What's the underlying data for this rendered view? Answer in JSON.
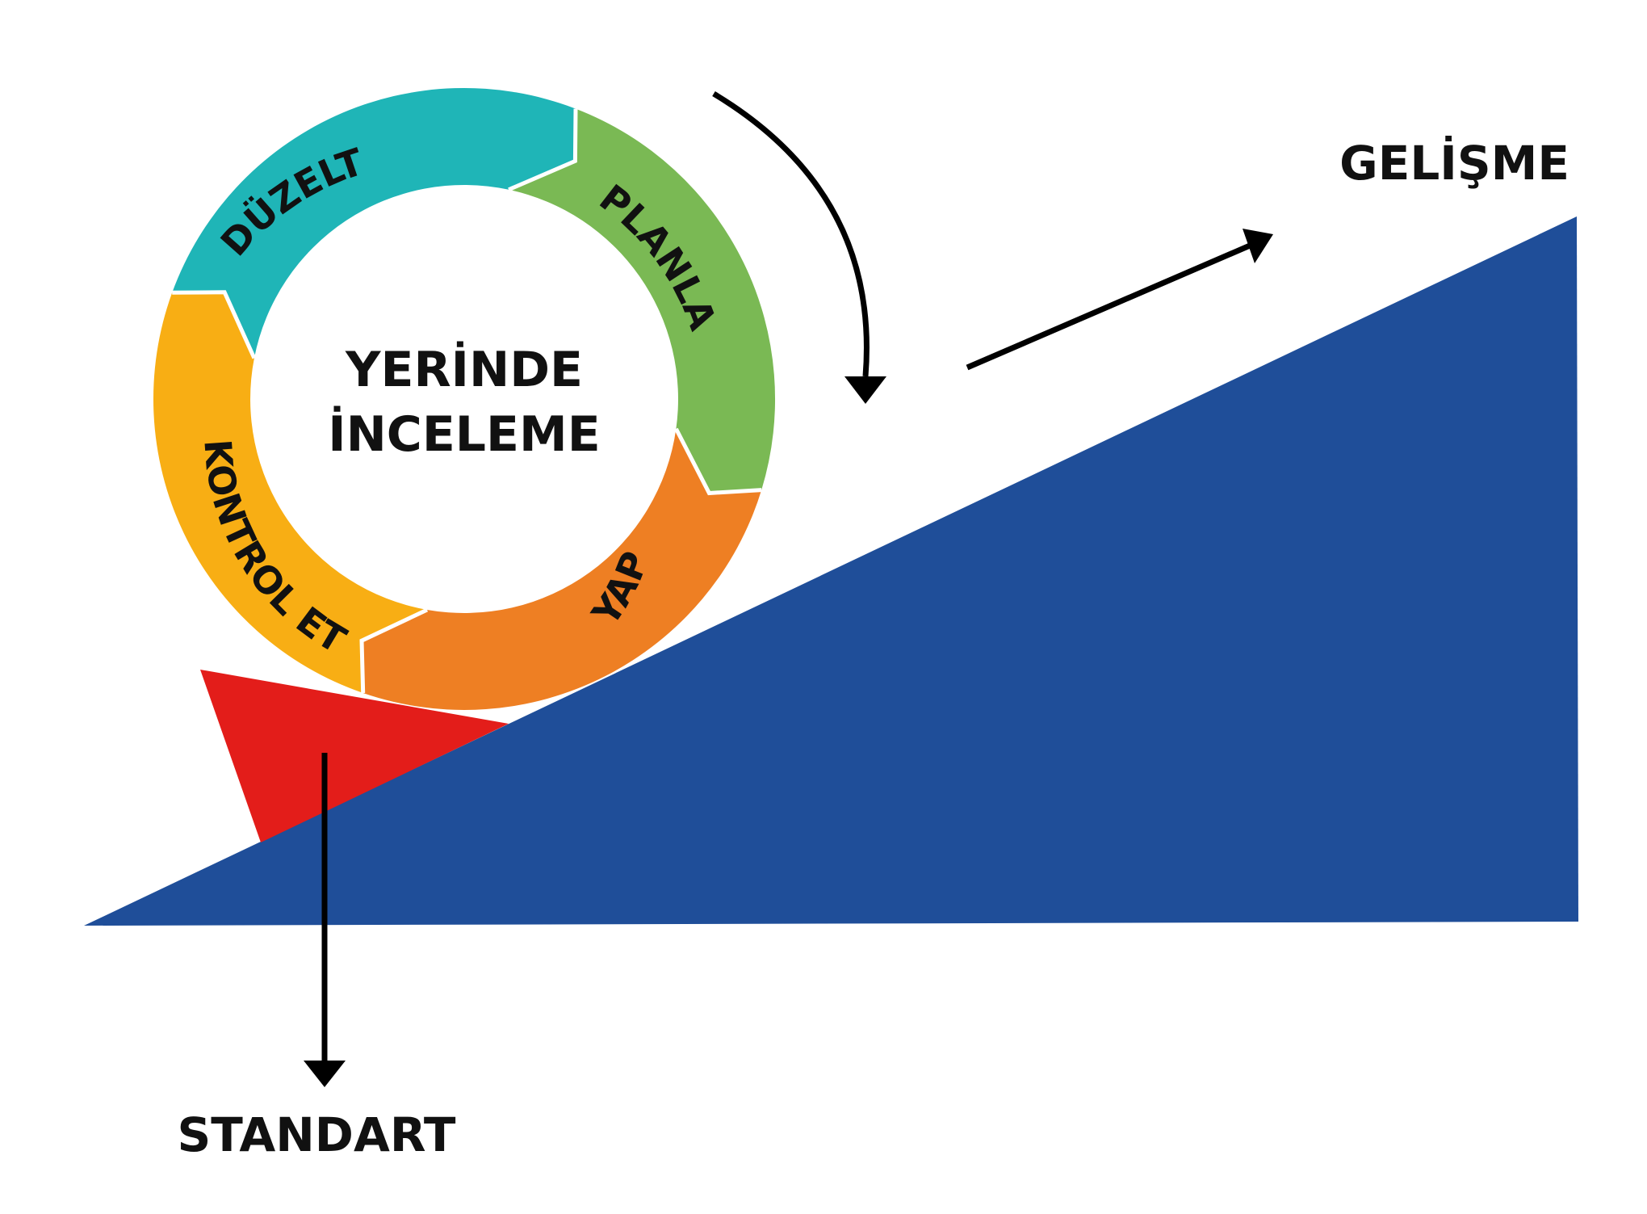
{
  "diagram": {
    "center_label_line1": "YERİNDE",
    "center_label_line2": "İNCELEME",
    "cycle": [
      {
        "key": "planla",
        "label": "PLANLA",
        "color": "#7ab954"
      },
      {
        "key": "yap",
        "label": "YAP",
        "color": "#ee7f23"
      },
      {
        "key": "kontrol",
        "label": "KONTROL ET",
        "color": "#f8ae14"
      },
      {
        "key": "duzelt",
        "label": "DÜZELT",
        "color": "#1fb5b7"
      }
    ],
    "improvement_label": "GELİŞME",
    "standard_label": "STANDART",
    "colors": {
      "slope": "#1f4e99",
      "wedge": "#e31d1a",
      "arrow": "#000000",
      "divider": "#ffffff"
    }
  }
}
